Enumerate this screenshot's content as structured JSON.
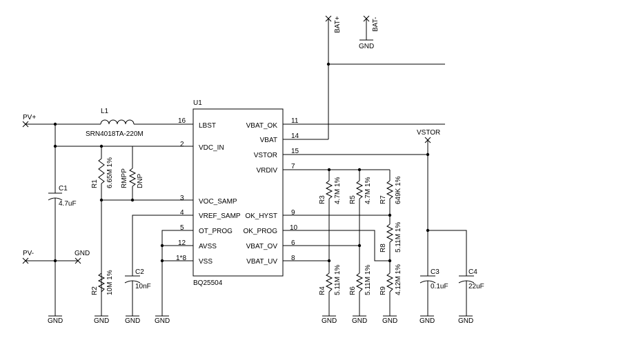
{
  "ic": {
    "ref": "U1",
    "part": "BQ25504",
    "pins_left": [
      {
        "num": "16",
        "name": "LBST"
      },
      {
        "num": "2",
        "name": "VDC_IN"
      },
      {
        "num": "3",
        "name": "VOC_SAMP"
      },
      {
        "num": "4",
        "name": "VREF_SAMP"
      },
      {
        "num": "5",
        "name": "OT_PROG"
      },
      {
        "num": "12",
        "name": "AVSS"
      },
      {
        "num": "1*8",
        "name": "VSS"
      }
    ],
    "pins_right": [
      {
        "num": "11",
        "name": "VBAT_OK"
      },
      {
        "num": "14",
        "name": "VBAT"
      },
      {
        "num": "15",
        "name": "VSTOR"
      },
      {
        "num": "7",
        "name": "VRDIV"
      },
      {
        "num": "9",
        "name": "OK_HYST"
      },
      {
        "num": "10",
        "name": "OK_PROG"
      },
      {
        "num": "6",
        "name": "VBAT_OV"
      },
      {
        "num": "8",
        "name": "VBAT_UV"
      }
    ]
  },
  "nets": {
    "pv_plus": "PV+",
    "pv_minus": "PV-",
    "bat_plus": "BAT+",
    "bat_minus": "BAT-",
    "vstor": "VSTOR",
    "gnd": "GND"
  },
  "components": {
    "l1": {
      "ref": "L1",
      "value": "SRN4018TA-220M"
    },
    "c1": {
      "ref": "C1",
      "value": "4.7uF"
    },
    "r1": {
      "ref": "R1",
      "value": "6.65M 1%"
    },
    "rmpp": {
      "ref": "RMPP",
      "value": "DNP"
    },
    "r2": {
      "ref": "R2",
      "value": "10M 1%"
    },
    "c2": {
      "ref": "C2",
      "value": "10nF"
    },
    "r3": {
      "ref": "R3",
      "value": "4.7M 1%"
    },
    "r4": {
      "ref": "R4",
      "value": "5.11M 1%"
    },
    "r5": {
      "ref": "R5",
      "value": "4.7M 1%"
    },
    "r6": {
      "ref": "R6",
      "value": "5.11M 1%"
    },
    "r7": {
      "ref": "R7",
      "value": "649K 1%"
    },
    "r8": {
      "ref": "R8",
      "value": "5.11M 1%"
    },
    "r9": {
      "ref": "R9",
      "value": "4.12M 1%"
    },
    "c3": {
      "ref": "C3",
      "value": "0.1uF"
    },
    "c4": {
      "ref": "C4",
      "value": "22uF"
    }
  }
}
